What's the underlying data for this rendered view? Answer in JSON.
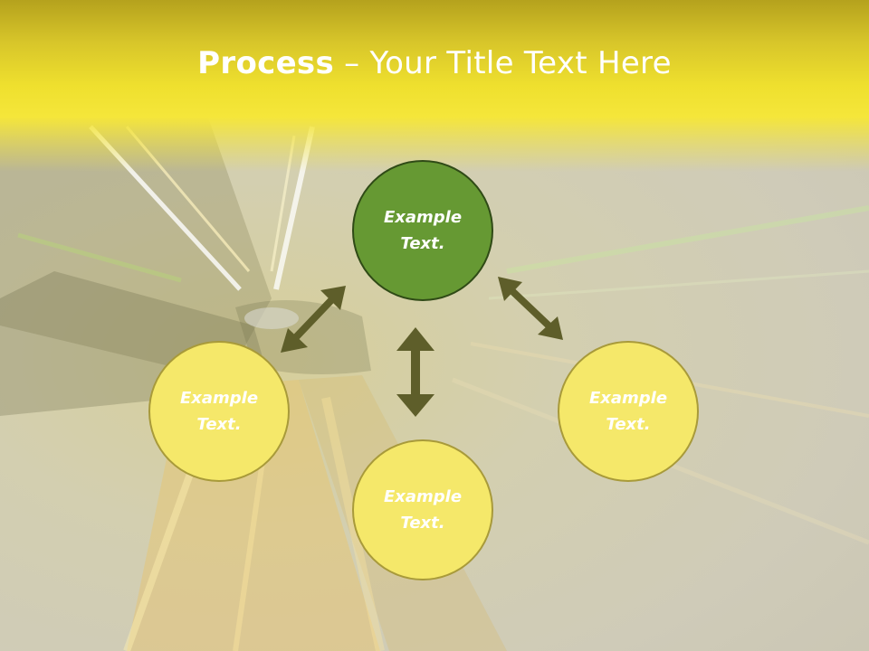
{
  "title": {
    "bold": "Process",
    "rest": " – Your Title Text Here"
  },
  "colors": {
    "header_yellow": "#f5e63a",
    "center_fill": "#669933",
    "center_border": "#2f4a16",
    "node_fill": "#f5e86a",
    "node_border": "#a89a3a",
    "arrow": "#5e5e2a"
  },
  "nodes": {
    "center": {
      "line1": "Example",
      "line2": "Text."
    },
    "left": {
      "line1": "Example",
      "line2": "Text."
    },
    "bottom": {
      "line1": "Example",
      "line2": "Text."
    },
    "right": {
      "line1": "Example",
      "line2": "Text."
    }
  },
  "connectors": [
    {
      "from": "center",
      "to": "left",
      "icon": "double-arrow"
    },
    {
      "from": "center",
      "to": "bottom",
      "icon": "double-arrow"
    },
    {
      "from": "center",
      "to": "right",
      "icon": "double-arrow"
    }
  ]
}
